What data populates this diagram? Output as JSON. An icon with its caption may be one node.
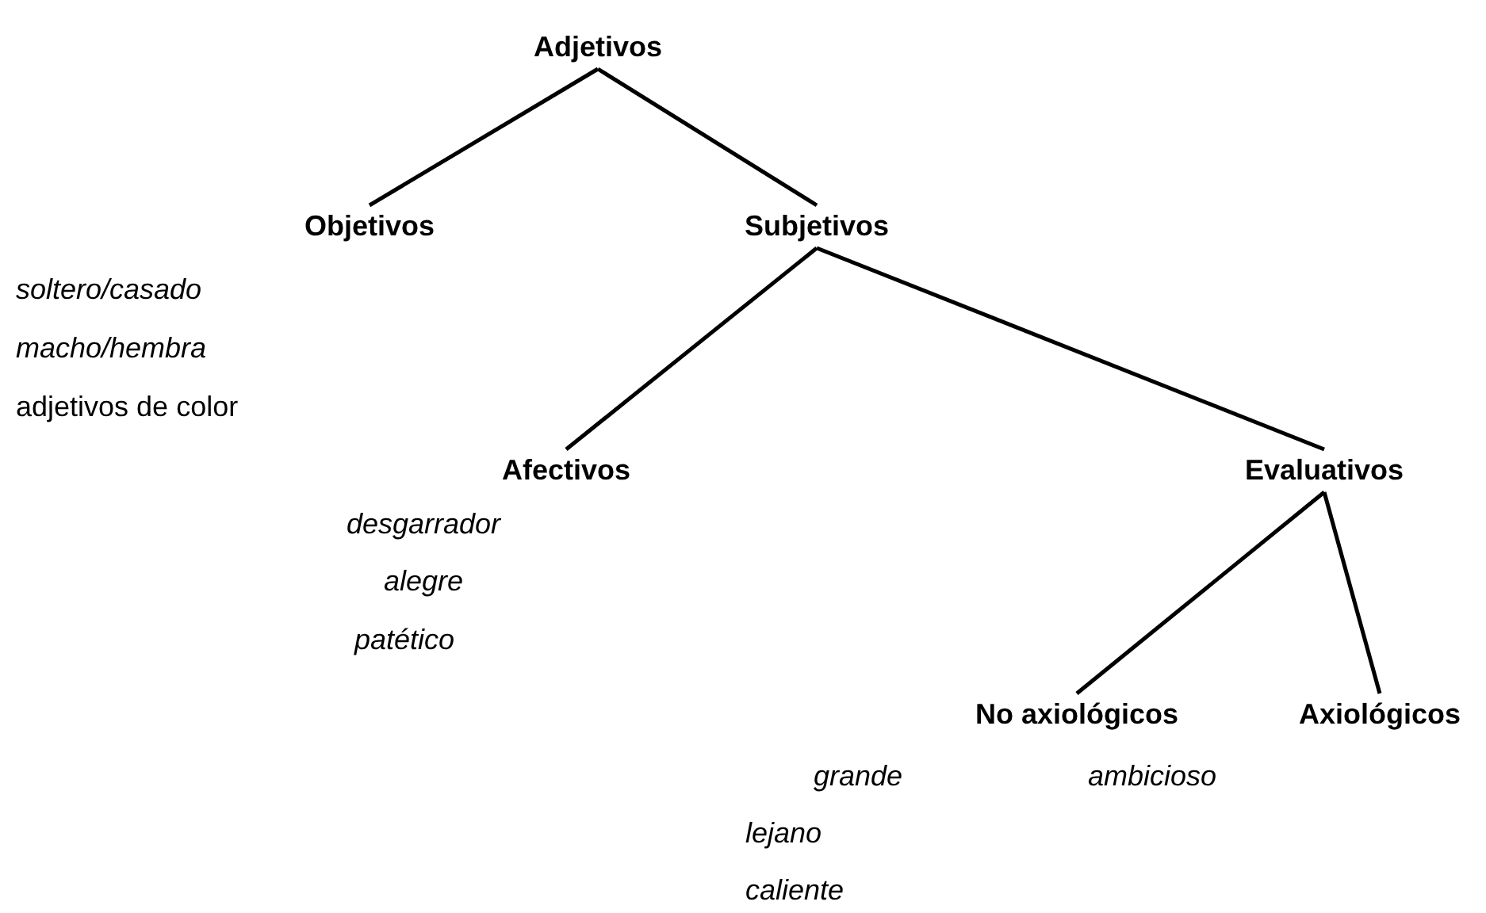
{
  "diagram": {
    "nodes": [
      {
        "text": [
          "Adjetivos"
        ]
      },
      {
        "text": [
          "Objetivos"
        ]
      },
      {
        "text": [
          "Subjetivos"
        ]
      },
      {
        "text": [
          "Afectivos"
        ]
      },
      {
        "text": [
          "Evaluativos"
        ]
      },
      {
        "text": [
          "No axiológicos"
        ]
      },
      {
        "text": [
          "Axiológicos"
        ]
      }
    ],
    "edges": [
      {
        "from": 0,
        "to": 1,
        "arrow": "none"
      },
      {
        "from": 0,
        "to": 2,
        "arrow": "none"
      },
      {
        "from": 2,
        "to": 3,
        "arrow": "none"
      },
      {
        "from": 2,
        "to": 4,
        "arrow": "none"
      },
      {
        "from": 4,
        "to": 5,
        "arrow": "none"
      },
      {
        "from": 4,
        "to": 6,
        "arrow": "none"
      }
    ],
    "labels": [
      "soltero/casado",
      "macho/hembra",
      "adjetivos de color",
      "desgarrador",
      "alegre",
      "patético",
      "grande",
      "ambicioso",
      "lejano",
      "caliente"
    ]
  }
}
